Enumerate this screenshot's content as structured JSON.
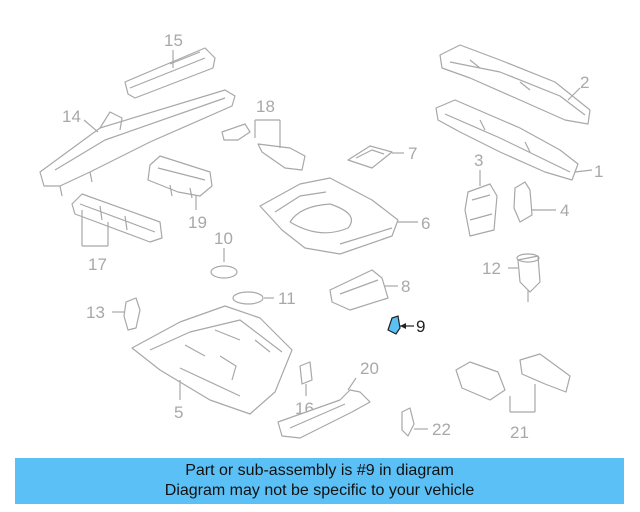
{
  "diagram": {
    "callouts": [
      "1",
      "2",
      "3",
      "4",
      "5",
      "6",
      "7",
      "8",
      "9",
      "10",
      "11",
      "12",
      "13",
      "14",
      "15",
      "16",
      "17",
      "18",
      "19",
      "20",
      "21",
      "22"
    ],
    "highlighted_part": "9",
    "highlight_color": "#5bc0f5"
  },
  "banner": {
    "line1": "Part or sub-assembly is #9 in diagram",
    "line2": "Diagram may not be specific to your vehicle",
    "background": "#5bc0f5"
  }
}
